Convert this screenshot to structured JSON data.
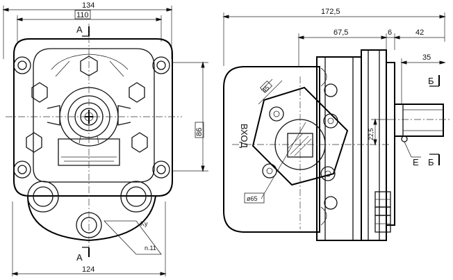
{
  "dimensions": {
    "overall_width_top": "134",
    "inner_width": "110",
    "bottom_width": "124",
    "height_center": "86",
    "overall_length": "172,5",
    "body_length": "67,5",
    "flange_thickness": "6",
    "shaft_projection": "42",
    "shaft_length": "35",
    "shaft_offset": "22,5",
    "port_size": "45",
    "bolt_circle": "ø65"
  },
  "labels": {
    "section_a_top": "A",
    "section_a_bottom": "A",
    "section_b_top": "Б",
    "section_b_bottom": "Б",
    "view_e": "Е",
    "port_text": "ВХОД",
    "ky": "Ky",
    "plate": "n.11"
  }
}
